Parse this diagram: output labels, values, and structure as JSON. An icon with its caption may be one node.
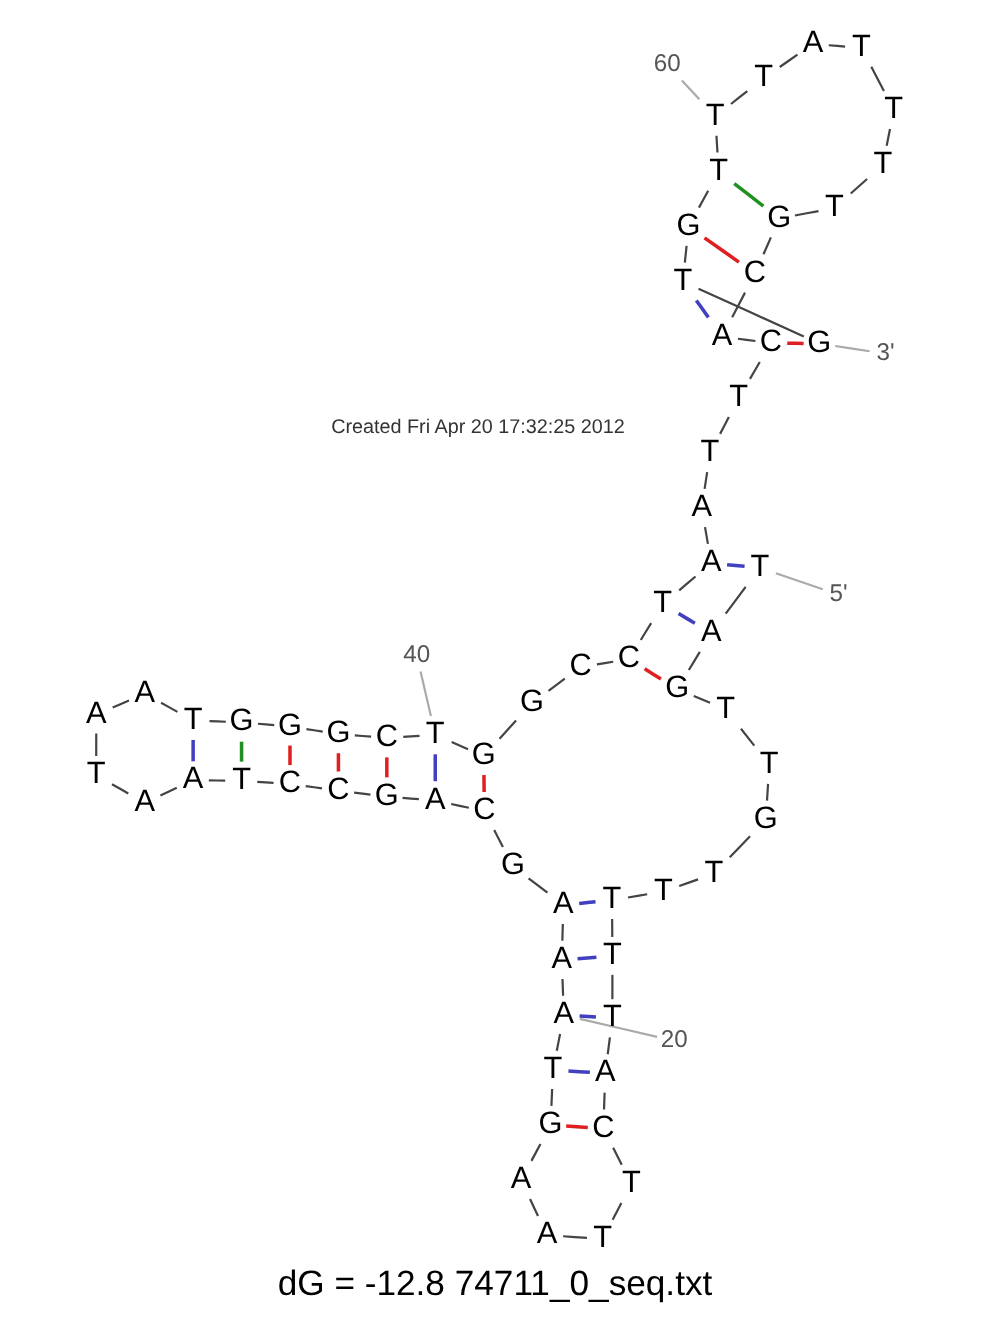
{
  "diagram": {
    "caption": "dG = -12.8 74711_0_seq.txt",
    "nodes": [
      {
        "text": [
          "T"
        ]
      },
      {
        "text": [
          "A"
        ]
      },
      {
        "text": [
          "G"
        ]
      },
      {
        "text": [
          "T"
        ]
      },
      {
        "text": [
          "T"
        ]
      },
      {
        "text": [
          "G"
        ]
      },
      {
        "text": [
          "T"
        ]
      },
      {
        "text": [
          "T"
        ]
      },
      {
        "text": [
          "T"
        ]
      },
      {
        "text": [
          "T"
        ]
      },
      {
        "text": [
          "T"
        ]
      },
      {
        "text": [
          "A"
        ]
      },
      {
        "text": [
          "C"
        ]
      },
      {
        "text": [
          "T"
        ]
      },
      {
        "text": [
          "T"
        ]
      },
      {
        "text": [
          "A"
        ]
      },
      {
        "text": [
          "A"
        ]
      },
      {
        "text": [
          "G"
        ]
      },
      {
        "text": [
          "T"
        ]
      },
      {
        "text": [
          "A"
        ]
      },
      {
        "text": [
          "A"
        ]
      },
      {
        "text": [
          "A"
        ]
      },
      {
        "text": [
          "G"
        ]
      },
      {
        "text": [
          "C"
        ]
      },
      {
        "text": [
          "A"
        ]
      },
      {
        "text": [
          "G"
        ]
      },
      {
        "text": [
          "C"
        ]
      },
      {
        "text": [
          "C"
        ]
      },
      {
        "text": [
          "T"
        ]
      },
      {
        "text": [
          "A"
        ]
      },
      {
        "text": [
          "A"
        ]
      },
      {
        "text": [
          "T"
        ]
      },
      {
        "text": [
          "A"
        ]
      },
      {
        "text": [
          "A"
        ]
      },
      {
        "text": [
          "T"
        ]
      },
      {
        "text": [
          "G"
        ]
      },
      {
        "text": [
          "G"
        ]
      },
      {
        "text": [
          "G"
        ]
      },
      {
        "text": [
          "C"
        ]
      },
      {
        "text": [
          "T"
        ]
      },
      {
        "text": [
          "G"
        ]
      },
      {
        "text": [
          "G"
        ]
      },
      {
        "text": [
          "C"
        ]
      },
      {
        "text": [
          "C"
        ]
      },
      {
        "text": [
          "T"
        ]
      },
      {
        "text": [
          "A"
        ]
      },
      {
        "text": [
          "A"
        ]
      },
      {
        "text": [
          "T"
        ]
      },
      {
        "text": [
          "T"
        ]
      },
      {
        "text": [
          "C"
        ]
      },
      {
        "text": [
          "A"
        ]
      },
      {
        "text": [
          "C"
        ]
      },
      {
        "text": [
          "G"
        ]
      },
      {
        "text": [
          "T"
        ]
      },
      {
        "text": [
          "T"
        ]
      },
      {
        "text": [
          "T"
        ]
      },
      {
        "text": [
          "T"
        ]
      },
      {
        "text": [
          "A"
        ]
      },
      {
        "text": [
          "T"
        ]
      },
      {
        "text": [
          "T"
        ]
      },
      {
        "text": [
          "T"
        ]
      },
      {
        "text": [
          "G"
        ]
      },
      {
        "text": [
          "T"
        ]
      },
      {
        "text": [
          "G"
        ]
      },
      {
        "text": [
          "20"
        ]
      },
      {
        "text": [
          "40"
        ]
      },
      {
        "text": [
          "5'"
        ]
      },
      {
        "text": [
          "3'"
        ]
      },
      {
        "text": [
          "60"
        ]
      }
    ],
    "edges": [
      {
        "from": 0,
        "to": 1,
        "arrow": "none"
      },
      {
        "from": 1,
        "to": 2,
        "arrow": "none"
      },
      {
        "from": 2,
        "to": 3,
        "arrow": "none"
      },
      {
        "from": 3,
        "to": 4,
        "arrow": "none"
      },
      {
        "from": 4,
        "to": 5,
        "arrow": "none"
      },
      {
        "from": 5,
        "to": 6,
        "arrow": "none"
      },
      {
        "from": 6,
        "to": 7,
        "arrow": "none"
      },
      {
        "from": 7,
        "to": 8,
        "arrow": "none"
      },
      {
        "from": 8,
        "to": 9,
        "arrow": "none"
      },
      {
        "from": 9,
        "to": 10,
        "arrow": "none"
      },
      {
        "from": 10,
        "to": 11,
        "arrow": "none"
      },
      {
        "from": 11,
        "to": 12,
        "arrow": "none"
      },
      {
        "from": 12,
        "to": 13,
        "arrow": "none"
      },
      {
        "from": 13,
        "to": 14,
        "arrow": "none"
      },
      {
        "from": 14,
        "to": 15,
        "arrow": "none"
      },
      {
        "from": 15,
        "to": 16,
        "arrow": "none"
      },
      {
        "from": 16,
        "to": 17,
        "arrow": "none"
      },
      {
        "from": 17,
        "to": 18,
        "arrow": "none"
      },
      {
        "from": 18,
        "to": 19,
        "arrow": "none"
      },
      {
        "from": 19,
        "to": 20,
        "arrow": "none"
      },
      {
        "from": 20,
        "to": 21,
        "arrow": "none"
      },
      {
        "from": 21,
        "to": 22,
        "arrow": "none"
      },
      {
        "from": 22,
        "to": 23,
        "arrow": "none"
      },
      {
        "from": 23,
        "to": 24,
        "arrow": "none"
      },
      {
        "from": 24,
        "to": 25,
        "arrow": "none"
      },
      {
        "from": 25,
        "to": 26,
        "arrow": "none"
      },
      {
        "from": 26,
        "to": 27,
        "arrow": "none"
      },
      {
        "from": 27,
        "to": 28,
        "arrow": "none"
      },
      {
        "from": 28,
        "to": 29,
        "arrow": "none"
      },
      {
        "from": 29,
        "to": 30,
        "arrow": "none"
      },
      {
        "from": 30,
        "to": 31,
        "arrow": "none"
      },
      {
        "from": 31,
        "to": 32,
        "arrow": "none"
      },
      {
        "from": 32,
        "to": 33,
        "arrow": "none"
      },
      {
        "from": 33,
        "to": 34,
        "arrow": "none"
      },
      {
        "from": 34,
        "to": 35,
        "arrow": "none"
      },
      {
        "from": 35,
        "to": 36,
        "arrow": "none"
      },
      {
        "from": 36,
        "to": 37,
        "arrow": "none"
      },
      {
        "from": 37,
        "to": 38,
        "arrow": "none"
      },
      {
        "from": 38,
        "to": 39,
        "arrow": "none"
      },
      {
        "from": 39,
        "to": 40,
        "arrow": "none"
      },
      {
        "from": 40,
        "to": 41,
        "arrow": "none"
      },
      {
        "from": 41,
        "to": 42,
        "arrow": "none"
      },
      {
        "from": 42,
        "to": 43,
        "arrow": "none"
      },
      {
        "from": 43,
        "to": 44,
        "arrow": "none"
      },
      {
        "from": 44,
        "to": 45,
        "arrow": "none"
      },
      {
        "from": 45,
        "to": 46,
        "arrow": "none"
      },
      {
        "from": 46,
        "to": 47,
        "arrow": "none"
      },
      {
        "from": 47,
        "to": 48,
        "arrow": "none"
      },
      {
        "from": 48,
        "to": 49,
        "arrow": "none"
      },
      {
        "from": 49,
        "to": 50,
        "arrow": "none"
      },
      {
        "from": 50,
        "to": 51,
        "arrow": "none"
      },
      {
        "from": 51,
        "to": 52,
        "arrow": "none"
      },
      {
        "from": 52,
        "to": 53,
        "arrow": "none"
      },
      {
        "from": 53,
        "to": 54,
        "arrow": "none"
      },
      {
        "from": 54,
        "to": 55,
        "arrow": "none"
      },
      {
        "from": 55,
        "to": 56,
        "arrow": "none"
      },
      {
        "from": 56,
        "to": 57,
        "arrow": "none"
      },
      {
        "from": 57,
        "to": 58,
        "arrow": "none"
      },
      {
        "from": 58,
        "to": 59,
        "arrow": "none"
      },
      {
        "from": 59,
        "to": 60,
        "arrow": "none"
      },
      {
        "from": 60,
        "to": 61,
        "arrow": "none"
      },
      {
        "from": 61,
        "to": 62,
        "arrow": "none"
      },
      {
        "from": 62,
        "to": 63,
        "arrow": "none"
      },
      {
        "from": 0,
        "to": 45,
        "arrow": "none",
        "color": "#4040c0"
      },
      {
        "from": 1,
        "to": 44,
        "arrow": "none",
        "color": "#4040c0"
      },
      {
        "from": 2,
        "to": 43,
        "arrow": "none",
        "color": "#e02020"
      },
      {
        "from": 8,
        "to": 21,
        "arrow": "none",
        "color": "#4040c0"
      },
      {
        "from": 9,
        "to": 20,
        "arrow": "none",
        "color": "#4040c0"
      },
      {
        "from": 10,
        "to": 19,
        "arrow": "none",
        "color": "#4040c0"
      },
      {
        "from": 11,
        "to": 18,
        "arrow": "none",
        "color": "#4040c0"
      },
      {
        "from": 12,
        "to": 17,
        "arrow": "none",
        "color": "#e02020"
      },
      {
        "from": 23,
        "to": 40,
        "arrow": "none",
        "color": "#e02020"
      },
      {
        "from": 24,
        "to": 39,
        "arrow": "none",
        "color": "#4040c0"
      },
      {
        "from": 25,
        "to": 38,
        "arrow": "none",
        "color": "#e02020"
      },
      {
        "from": 26,
        "to": 37,
        "arrow": "none",
        "color": "#e02020"
      },
      {
        "from": 27,
        "to": 36,
        "arrow": "none",
        "color": "#e02020"
      },
      {
        "from": 28,
        "to": 35,
        "arrow": "none",
        "color": "#209020"
      },
      {
        "from": 29,
        "to": 34,
        "arrow": "none",
        "color": "#4040c0"
      },
      {
        "from": 49,
        "to": 63,
        "arrow": "none",
        "color": "#e02020"
      },
      {
        "from": 50,
        "to": 62,
        "arrow": "none",
        "color": "#4040c0"
      },
      {
        "from": 51,
        "to": 61,
        "arrow": "none",
        "color": "#e02020"
      },
      {
        "from": 52,
        "to": 60,
        "arrow": "none",
        "color": "#209020"
      },
      {
        "from": 64,
        "to": 19,
        "arrow": "none",
        "color": "#aaaaaa"
      },
      {
        "from": 65,
        "to": 39,
        "arrow": "none",
        "color": "#aaaaaa"
      },
      {
        "from": 66,
        "to": 0,
        "arrow": "none",
        "color": "#aaaaaa"
      },
      {
        "from": 67,
        "to": 63,
        "arrow": "none",
        "color": "#aaaaaa"
      },
      {
        "from": 68,
        "to": 59,
        "arrow": "none",
        "color": "#aaaaaa"
      }
    ],
    "labels": [
      "Created Fri Apr 20 17:32:25 2012"
    ]
  }
}
